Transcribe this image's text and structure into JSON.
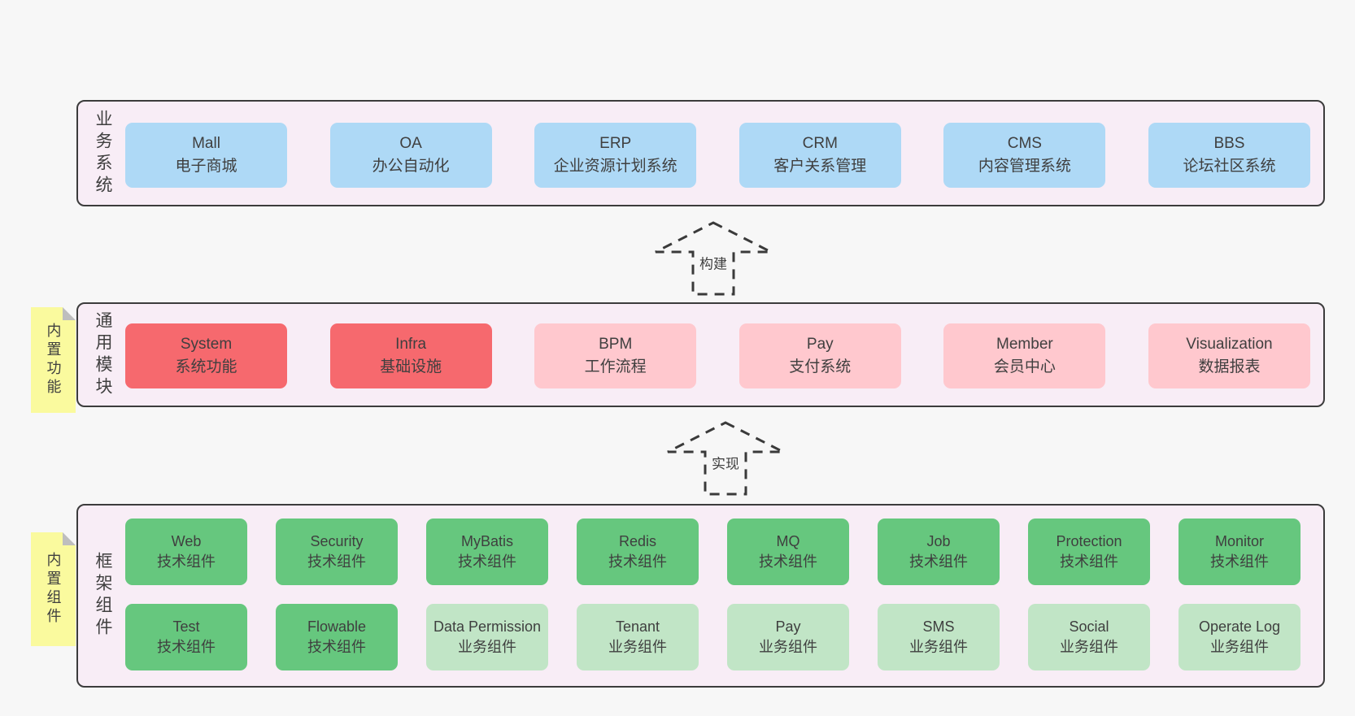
{
  "colors": {
    "page_bg": "#f7f7f7",
    "panel_bg": "#f8edf6",
    "panel_border": "#3c3c3c",
    "text": "#3f3f3f",
    "blue": "#aed9f6",
    "red": "#f6696e",
    "pink": "#ffc8ce",
    "green": "#66c77e",
    "light_green": "#c1e5c6",
    "sticky_yellow": "#fafa9e",
    "sticky_fold": "#bebebe"
  },
  "sections": {
    "business": {
      "label": "业务系统",
      "boxes": [
        {
          "title": "Mall",
          "subtitle": "电子商城",
          "variant": "blue"
        },
        {
          "title": "OA",
          "subtitle": "办公自动化",
          "variant": "blue"
        },
        {
          "title": "ERP",
          "subtitle": "企业资源计划系统",
          "variant": "blue"
        },
        {
          "title": "CRM",
          "subtitle": "客户关系管理",
          "variant": "blue"
        },
        {
          "title": "CMS",
          "subtitle": "内容管理系统",
          "variant": "blue"
        },
        {
          "title": "BBS",
          "subtitle": "论坛社区系统",
          "variant": "blue"
        }
      ]
    },
    "modules": {
      "label": "通用模块",
      "sticky": "内置功能",
      "boxes": [
        {
          "title": "System",
          "subtitle": "系统功能",
          "variant": "red"
        },
        {
          "title": "Infra",
          "subtitle": "基础设施",
          "variant": "red"
        },
        {
          "title": "BPM",
          "subtitle": "工作流程",
          "variant": "pink"
        },
        {
          "title": "Pay",
          "subtitle": "支付系统",
          "variant": "pink"
        },
        {
          "title": "Member",
          "subtitle": "会员中心",
          "variant": "pink"
        },
        {
          "title": "Visualization",
          "subtitle": "数据报表",
          "variant": "pink"
        }
      ]
    },
    "framework": {
      "label": "框架组件",
      "sticky": "内置组件",
      "rows": [
        [
          {
            "title": "Web",
            "subtitle": "技术组件",
            "variant": "green"
          },
          {
            "title": "Security",
            "subtitle": "技术组件",
            "variant": "green"
          },
          {
            "title": "MyBatis",
            "subtitle": "技术组件",
            "variant": "green"
          },
          {
            "title": "Redis",
            "subtitle": "技术组件",
            "variant": "green"
          },
          {
            "title": "MQ",
            "subtitle": "技术组件",
            "variant": "green"
          },
          {
            "title": "Job",
            "subtitle": "技术组件",
            "variant": "green"
          },
          {
            "title": "Protection",
            "subtitle": "技术组件",
            "variant": "green"
          },
          {
            "title": "Monitor",
            "subtitle": "技术组件",
            "variant": "green"
          }
        ],
        [
          {
            "title": "Test",
            "subtitle": "技术组件",
            "variant": "green"
          },
          {
            "title": "Flowable",
            "subtitle": "技术组件",
            "variant": "green"
          },
          {
            "title": "Data Permission",
            "subtitle": "业务组件",
            "variant": "light_green"
          },
          {
            "title": "Tenant",
            "subtitle": "业务组件",
            "variant": "light_green"
          },
          {
            "title": "Pay",
            "subtitle": "业务组件",
            "variant": "light_green"
          },
          {
            "title": "SMS",
            "subtitle": "业务组件",
            "variant": "light_green"
          },
          {
            "title": "Social",
            "subtitle": "业务组件",
            "variant": "light_green"
          },
          {
            "title": "Operate Log",
            "subtitle": "业务组件",
            "variant": "light_green"
          }
        ]
      ]
    }
  },
  "arrows": [
    {
      "label": "构建"
    },
    {
      "label": "实现"
    }
  ]
}
